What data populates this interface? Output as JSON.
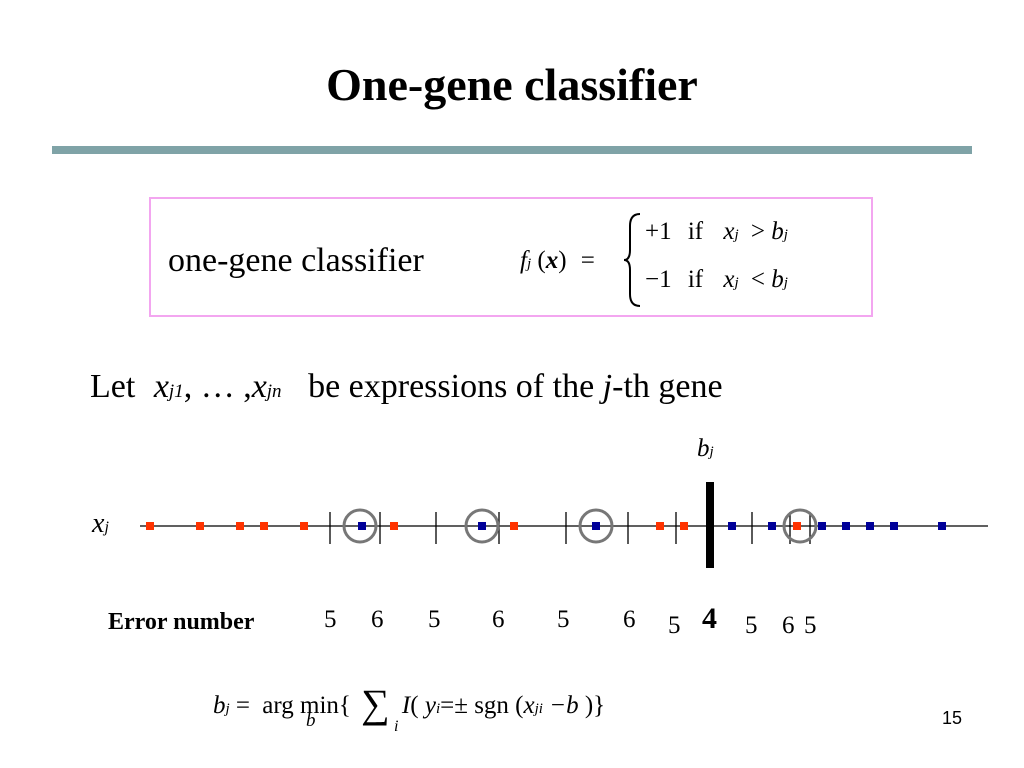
{
  "slide": {
    "title": "One-gene classifier",
    "page_number": "15"
  },
  "definition": {
    "label": "one-gene classifier",
    "lhs_f": "f",
    "lhs_sub": "j",
    "lhs_arg_open": "(",
    "lhs_arg": "x",
    "lhs_arg_close": ")",
    "equals": "=",
    "case1_val": "+1",
    "case1_if": "if",
    "case1_cond_var": "x",
    "case1_cond_sub": "j",
    "case1_op": ">",
    "case1_rhs": "b",
    "case1_rhs_sub": "j",
    "case2_val": "−1",
    "case2_if": "if",
    "case2_cond_var": "x",
    "case2_cond_sub": "j",
    "case2_op": "<",
    "case2_rhs": "b",
    "case2_rhs_sub": "j"
  },
  "let_line": {
    "let": "Let",
    "x1": "x",
    "x1_sub": "j1",
    "sep": ", … ,",
    "xn": "x",
    "xn_sub": "jn",
    "text_a": "be expressions of  the ",
    "text_j": "j",
    "text_b": "-th gene"
  },
  "axis": {
    "label": "x",
    "label_sub": "j",
    "threshold_label": "b",
    "threshold_sub": "j",
    "color_red": "#ff3300",
    "color_blue": "#000099",
    "circle_color": "#777777"
  },
  "error_numbers": {
    "label": "Error number",
    "values": [
      "5",
      "6",
      "5",
      "6",
      "5",
      "6",
      "5",
      "4",
      "5",
      "6",
      "5"
    ],
    "highlight": "4"
  },
  "formula": {
    "b": "b",
    "b_sub": "j",
    "eq": "=",
    "argmin": "arg min{",
    "argmin_sub": "b",
    "sum": "∑",
    "sum_sub": "i",
    "I": "I",
    "open": "(",
    "y": "y",
    "y_sub": "i",
    "pm": "=±",
    "sgn": "sgn",
    "open2": "(",
    "xji": "x",
    "xji_sub": "ji",
    "minus_b": "−b",
    "close": ")}"
  }
}
